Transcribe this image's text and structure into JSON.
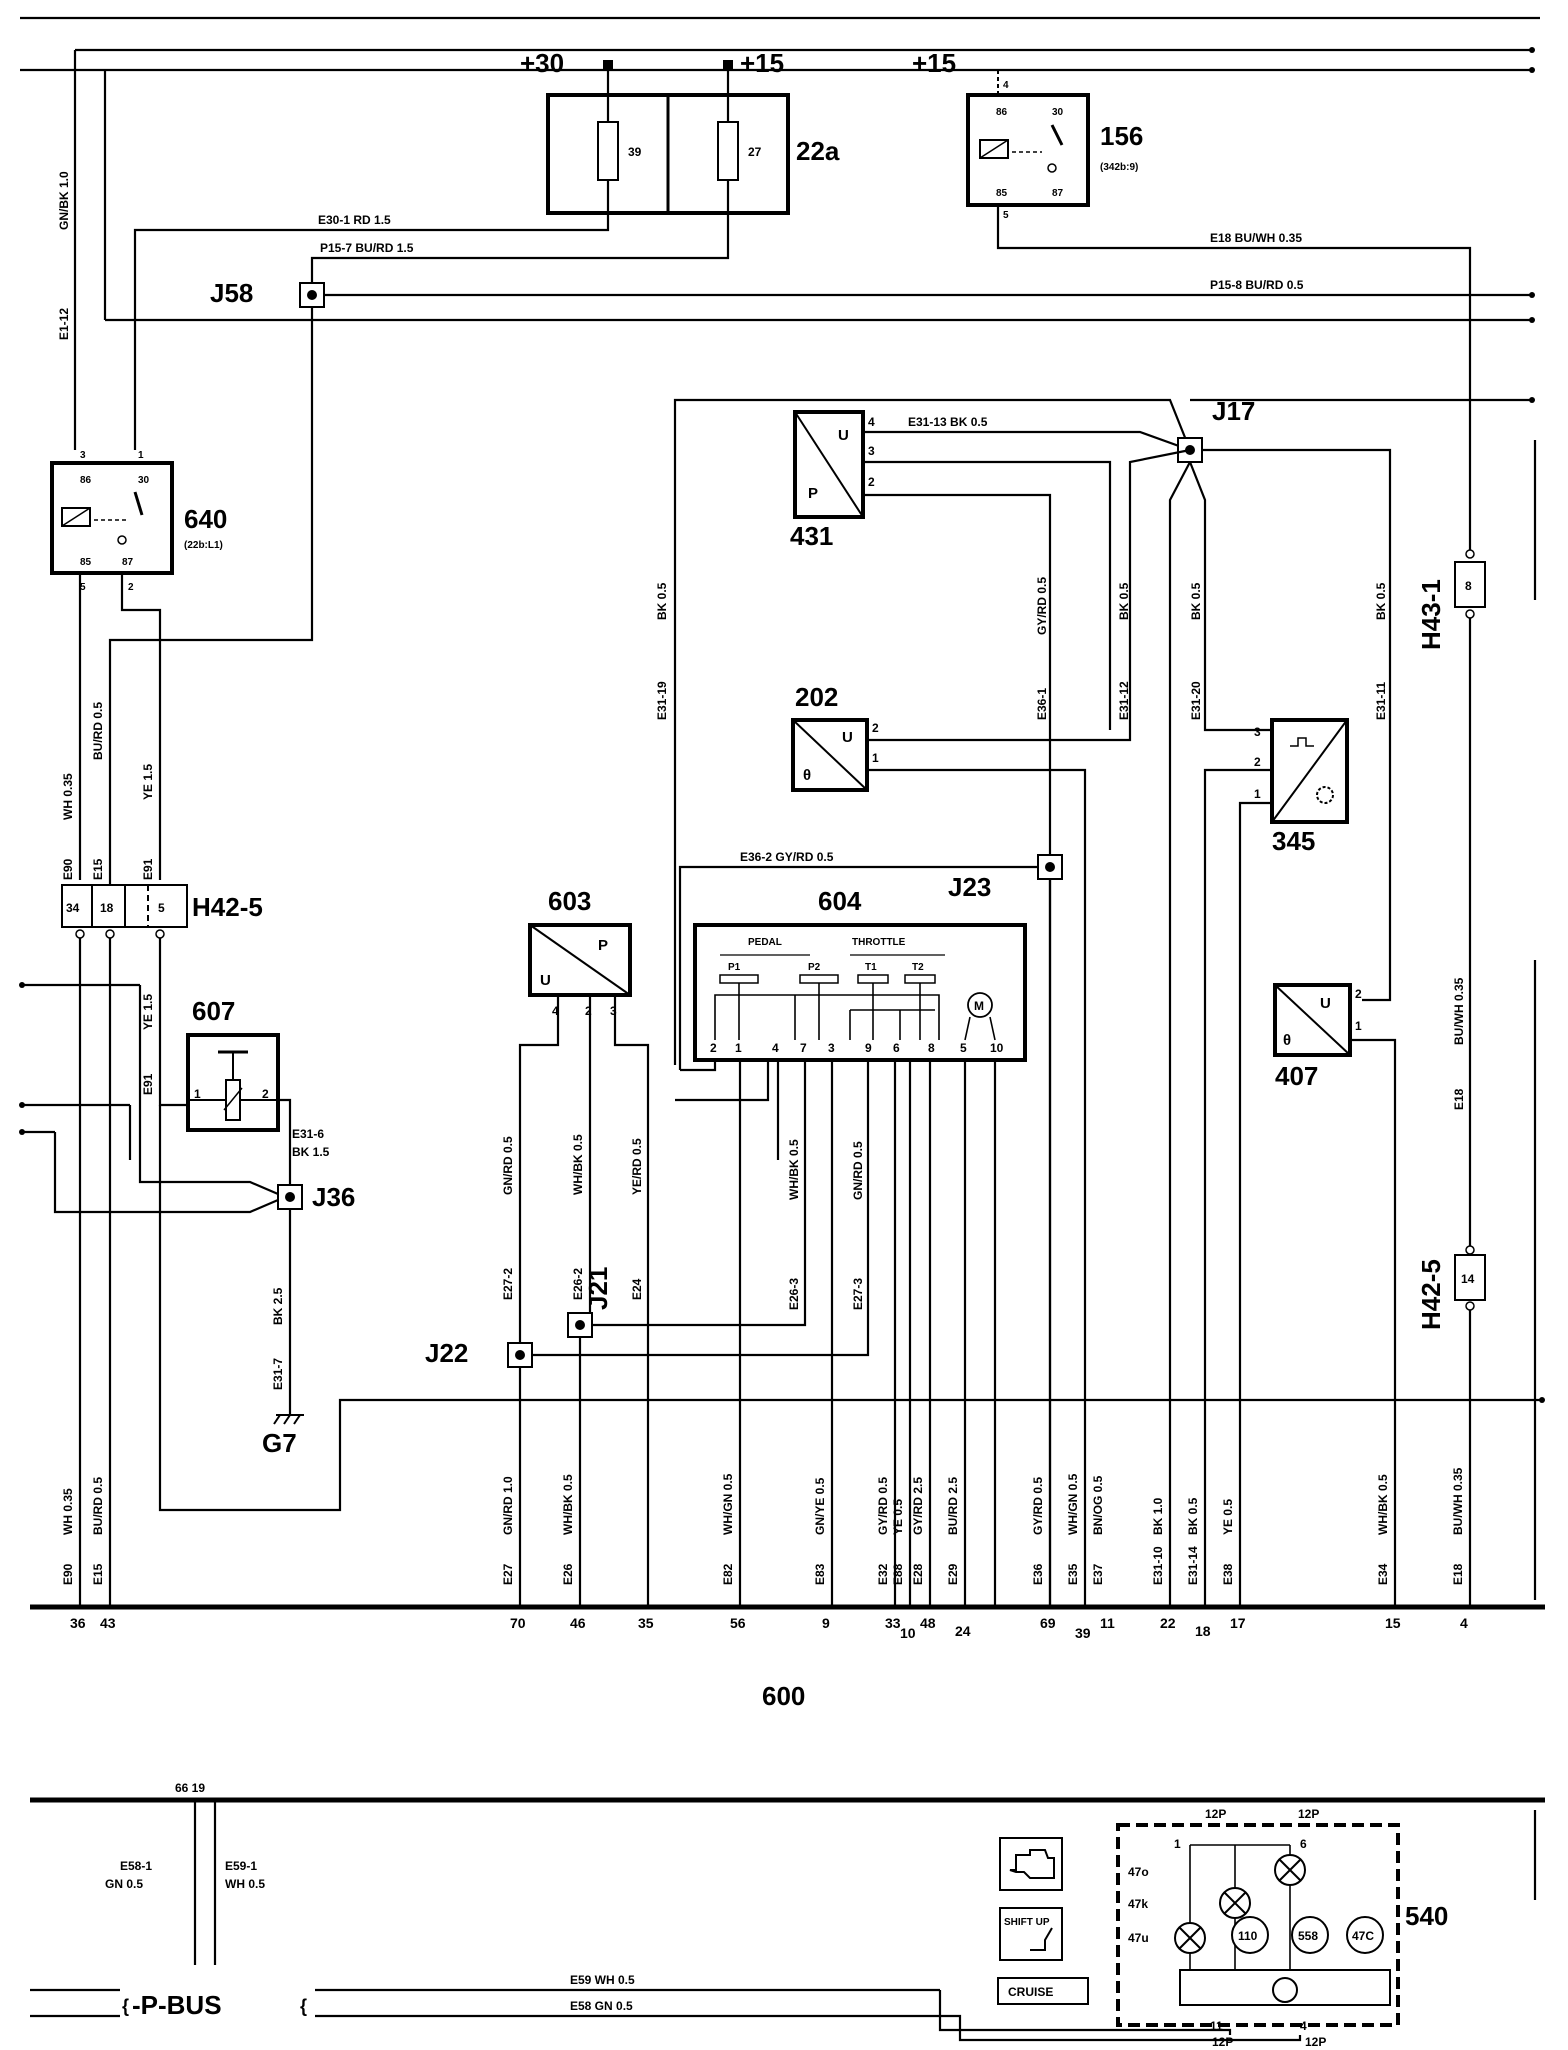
{
  "supply": {
    "plus30": "+30",
    "plus15_fuse": "+15",
    "plus15_relay": "+15"
  },
  "fusebox": {
    "id": "22a",
    "fuse1": "39",
    "fuse2": "27"
  },
  "relay156": {
    "id": "156",
    "ref": "(342b:9)",
    "pins": [
      "86",
      "30",
      "85",
      "87"
    ],
    "pin_top": "4",
    "pin_bottom": "5"
  },
  "relay640": {
    "id": "640",
    "ref": "(22b:L1)",
    "pins": [
      "86",
      "30",
      "85",
      "87"
    ],
    "pin_tl": "3",
    "pin_tr": "1",
    "pin_bl": "5",
    "pin_br": "2"
  },
  "junctions": {
    "j58": "J58",
    "j17": "J17",
    "j23": "J23",
    "j36": "J36",
    "j21": "J21",
    "j22": "J22"
  },
  "wires": {
    "e30_1": "E30-1  RD  1.5",
    "p15_7": "P15-7  BU/RD  1.5",
    "e18_top": "E18  BU/WH  0.35",
    "p15_8": "P15-8  BU/RD  0.5",
    "e1_12": "E1-12",
    "gnbk": "GN/BK  1.0",
    "e31_13": "E31-13   BK  0.5",
    "e36_2": "E36-2   GY/RD  0.5",
    "e31_6": "E31-6",
    "bk15": "BK  1.5",
    "e31_7": "E31-7",
    "bk25": "BK  2.5",
    "e91b": "E91",
    "ye15b": "YE  1.5",
    "e58_1": "E58-1",
    "gn05": "GN  0.5",
    "e59_1": "E59-1",
    "wh05": "WH  0.5",
    "e59": "E59   WH  0.5",
    "e58": "E58   GN  0.5"
  },
  "vertical_labels": {
    "wh035": "WH  0.35",
    "burd05": "BU/RD  0.5",
    "ye15": "YE  1.5",
    "e31_19": "E31-19",
    "bk05a": "BK  0.5",
    "e36_1": "E36-1",
    "gyrd05a": "GY/RD  0.5",
    "e31_12": "E31-12",
    "bk05b": "BK  0.5",
    "e31_20": "E31-20",
    "bk05c": "BK  0.5",
    "e31_11": "E31-11",
    "bk05d": "BK  0.5",
    "e18_right": "E18",
    "buwh035_right": "BU/WH  0.35",
    "e27_2": "E27-2",
    "gnrd05a": "GN/RD  0.5",
    "e26_2": "E26-2",
    "whbk05a": "WH/BK  0.5",
    "e24": "E24",
    "yerd05": "YE/RD  0.5",
    "e26_3": "E26-3",
    "whbk05b": "WH/BK  0.5",
    "e27_3": "E27-3",
    "gnrd05b": "GN/RD  0.5"
  },
  "connector_h42": {
    "id": "H42-5",
    "cells": [
      "34",
      "18",
      "5"
    ],
    "wires": [
      "E90",
      "E15",
      "E91"
    ]
  },
  "h43": {
    "id": "H43-1",
    "pin": "8"
  },
  "h42b": {
    "id": "H42-5",
    "pin": "14"
  },
  "ground": {
    "id": "G7"
  },
  "components": {
    "c431": "431",
    "c202": "202",
    "c345": "345",
    "c603": "603",
    "c604": "604",
    "c607": "607",
    "c407": "407",
    "c600": "600",
    "c540": "540"
  },
  "sensor_letters": {
    "u": "U",
    "p": "P",
    "theta": "θ"
  },
  "pins": {
    "p431": [
      "4",
      "3",
      "2"
    ],
    "p202": [
      "2",
      "1"
    ],
    "p345": [
      "3",
      "2",
      "1"
    ],
    "p603": [
      "4",
      "2",
      "3"
    ],
    "p407": [
      "2",
      "1"
    ],
    "p607": [
      "1",
      "2"
    ]
  },
  "module604": {
    "pedal": "PEDAL",
    "throttle": "THROTTLE",
    "pots": [
      "P1",
      "P2",
      "T1",
      "T2"
    ],
    "pins": [
      "2",
      "1",
      "4",
      "7",
      "3",
      "9",
      "6",
      "8",
      "5",
      "10"
    ],
    "motor": "M"
  },
  "bottom_wires": [
    {
      "name": "E90",
      "spec": "WH  0.35",
      "pin": "36"
    },
    {
      "name": "E15",
      "spec": "BU/RD  0.5",
      "pin": "43"
    },
    {
      "name": "E27",
      "spec": "GN/RD  1.0",
      "pin": "70"
    },
    {
      "name": "E26",
      "spec": "WH/BK  0.5",
      "pin": "46"
    },
    {
      "name": "",
      "spec": "",
      "pin": "35"
    },
    {
      "name": "E82",
      "spec": "WH/GN  0.5",
      "pin": "56"
    },
    {
      "name": "E83",
      "spec": "GN/YE  0.5",
      "pin": "9"
    },
    {
      "name": "E32",
      "spec": "GY/RD  0.5",
      "pin": "33"
    },
    {
      "name": "E88",
      "spec": "YE  0.5",
      "pin": "10"
    },
    {
      "name": "E28",
      "spec": "GY/RD  2.5",
      "pin": "48"
    },
    {
      "name": "E29",
      "spec": "BU/RD  2.5",
      "pin": "24"
    },
    {
      "name": "E36",
      "spec": "GY/RD  0.5",
      "pin": "69"
    },
    {
      "name": "E35",
      "spec": "WH/GN  0.5",
      "pin": "39"
    },
    {
      "name": "E37",
      "spec": "BN/OG  0.5",
      "pin": "11"
    },
    {
      "name": "E31-10",
      "spec": "BK  1.0",
      "pin": "22"
    },
    {
      "name": "E31-14",
      "spec": "BK  0.5",
      "pin": "18"
    },
    {
      "name": "E38",
      "spec": "YE  0.5",
      "pin": "17"
    },
    {
      "name": "E34",
      "spec": "WH/BK  0.5",
      "pin": "15"
    },
    {
      "name": "E18",
      "spec": "BU/WH  0.35",
      "pin": "4"
    }
  ],
  "pbus": {
    "label": "-P-BUS",
    "pins": "66 19"
  },
  "cluster": {
    "shift_up": "SHIFT UP",
    "cruise": "CRUISE",
    "pin_labels": [
      "47o",
      "47k",
      "47u"
    ],
    "lamps": [
      "110",
      "558",
      "47C"
    ],
    "conn_top_a": "12P",
    "conn_top_b": "12P",
    "pin1": "1",
    "pin6": "6",
    "conn_bot_a": "12P",
    "conn_bot_b": "12P",
    "pin11": "11",
    "pin4": "4"
  }
}
